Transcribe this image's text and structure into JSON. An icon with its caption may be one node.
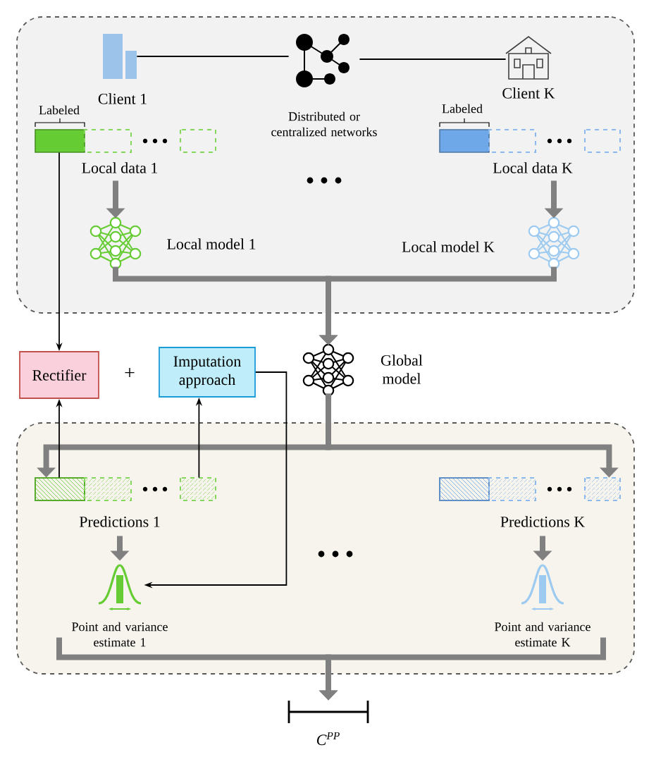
{
  "diagram": {
    "nodes": [
      {
        "text": [],
        "shape": "box"
      },
      {
        "text": [
          "Client 1"
        ],
        "in": 0
      },
      {
        "text": [
          "Distributed or centralized networks"
        ],
        "in": 0
      },
      {
        "text": [
          "Client K"
        ],
        "in": 0
      },
      {
        "text": [
          "Labeled",
          "Local data 1"
        ],
        "in": 0
      },
      {
        "text": [
          "Labeled",
          "Local data K"
        ],
        "in": 0
      },
      {
        "text": [
          "Local model 1"
        ],
        "in": 0
      },
      {
        "text": [
          "Local model K"
        ],
        "in": 0
      },
      {
        "text": [
          "Global model"
        ]
      },
      {
        "text": [
          "Rectifier"
        ]
      },
      {
        "text": [
          "Imputation approach"
        ]
      },
      {
        "text": [],
        "shape": "box"
      },
      {
        "text": [
          "Predictions 1"
        ],
        "in": 11
      },
      {
        "text": [
          "Predictions K"
        ],
        "in": 11
      },
      {
        "text": [
          "Point and variance estimate 1"
        ],
        "in": 11
      },
      {
        "text": [
          "Point and variance estimate K"
        ],
        "in": 11
      },
      {
        "text": [
          "C$^{PP}$"
        ]
      }
    ],
    "edges": [
      {
        "from": 1,
        "to": 2,
        "arrow": "none",
        "color": "#000000"
      },
      {
        "from": 2,
        "to": 3,
        "arrow": "none",
        "color": "#000000"
      },
      {
        "from": 4,
        "to": 6,
        "arrow": "to"
      },
      {
        "from": 5,
        "to": 7,
        "arrow": "to"
      },
      {
        "from": 6,
        "to": 8,
        "arrow": "to"
      },
      {
        "from": 7,
        "to": 8,
        "arrow": "to"
      },
      {
        "from": 4,
        "to": 9,
        "arrow": "to",
        "color": "#000000"
      },
      {
        "from": 8,
        "to": 12,
        "arrow": "to"
      },
      {
        "from": 8,
        "to": 13,
        "arrow": "to"
      },
      {
        "from": 12,
        "to": 9,
        "arrow": "to",
        "color": "#000000"
      },
      {
        "from": 12,
        "to": 10,
        "arrow": "to",
        "color": "#000000"
      },
      {
        "from": 10,
        "to": 14,
        "arrow": "to",
        "color": "#000000"
      },
      {
        "from": 12,
        "to": 14,
        "arrow": "to"
      },
      {
        "from": 13,
        "to": 15,
        "arrow": "to"
      },
      {
        "from": 14,
        "to": 16,
        "arrow": "to"
      },
      {
        "from": 15,
        "to": 16,
        "arrow": "to"
      }
    ],
    "labels": [
      "+"
    ]
  }
}
